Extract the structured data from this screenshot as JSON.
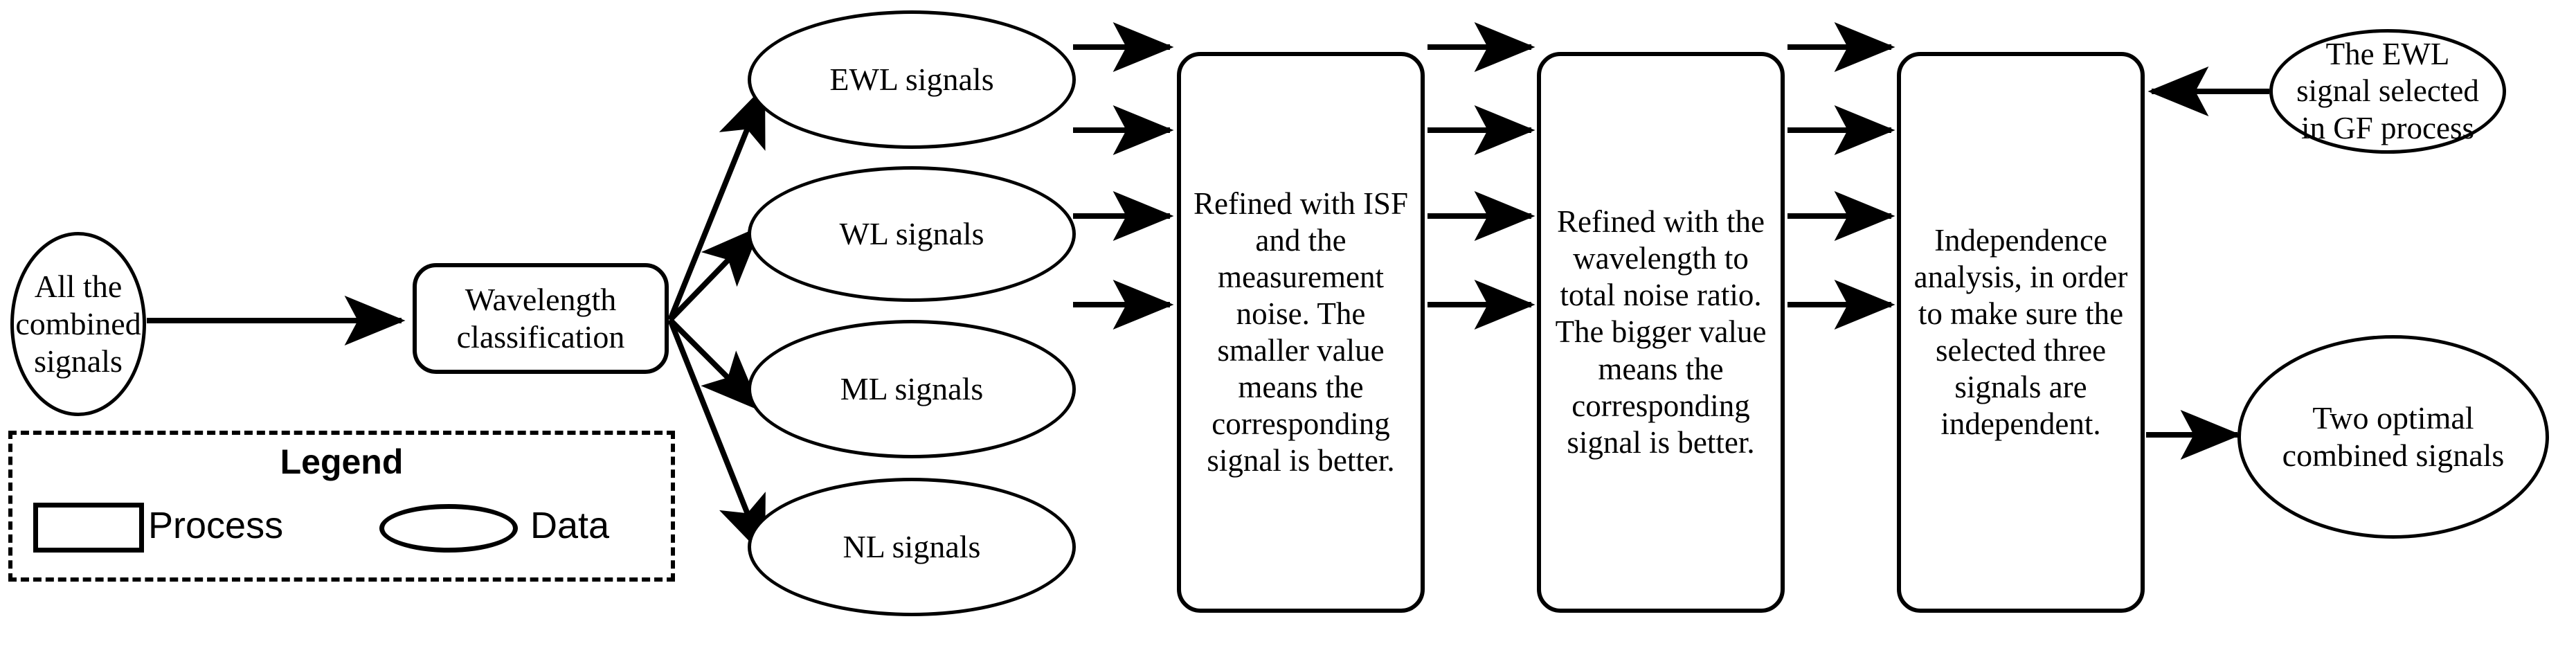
{
  "diagram": {
    "title": "Signal selection flowchart",
    "stroke_color": "#000000",
    "background_color": "#ffffff",
    "nodes": {
      "all_combined_signals": "All the  combined signals",
      "wavelength_classification": "Wavelength classification",
      "ewl_signals": "EWL signals",
      "wl_signals": "WL signals",
      "ml_signals": "ML signals",
      "nl_signals": "NL signals",
      "refine_isf": "Refined with ISF and the measurement noise. The smaller value means  the corresponding signal is better.",
      "refine_ratio": "Refined with the wavelength to total noise ratio. The bigger value means the corresponding signal is better.",
      "independence": "Independence analysis, in order to make sure the selected three signals are independent.",
      "ewl_selected_gf": "The EWL signal selected in GF process",
      "two_optimal": "Two optimal combined signals"
    },
    "legend": {
      "title": "Legend",
      "process_label": "Process",
      "data_label": "Data"
    }
  }
}
